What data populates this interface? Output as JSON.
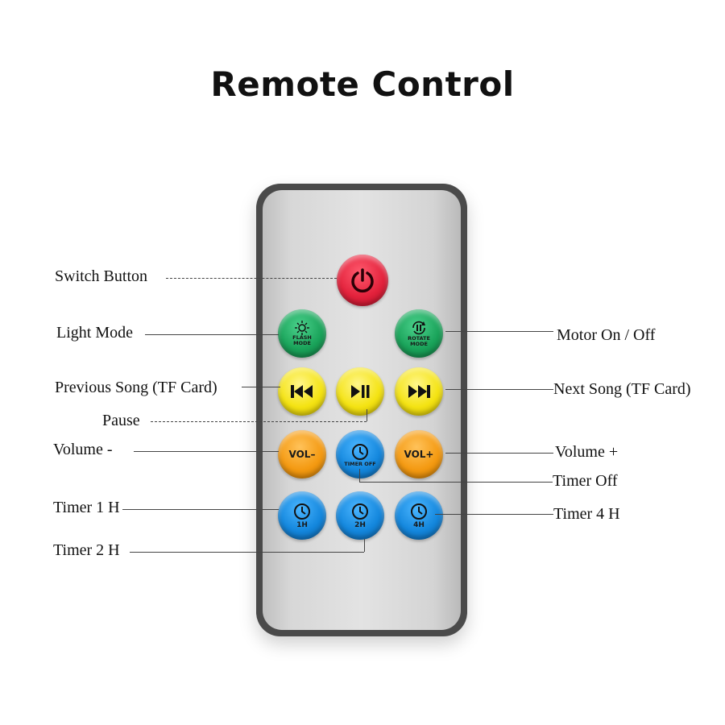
{
  "title": "Remote Control",
  "buttons": {
    "power": {
      "icon": "power-icon"
    },
    "flash": {
      "line1": "FLASH",
      "line2": "MODE",
      "icon": "sun-icon"
    },
    "rotate": {
      "line1": "ROTATE",
      "line2": "MODE",
      "icon": "rotate-pause-icon"
    },
    "prev": {
      "icon": "previous-track-icon"
    },
    "playpause": {
      "icon": "play-pause-icon"
    },
    "next": {
      "icon": "next-track-icon"
    },
    "vol_down": {
      "text": "VOL–"
    },
    "timer_off": {
      "text": "TIMER OFF",
      "icon": "clock-icon"
    },
    "vol_up": {
      "text": "VOL+"
    },
    "timer_1h": {
      "text": "1H",
      "icon": "clock-icon"
    },
    "timer_2h": {
      "text": "2H",
      "icon": "clock-icon"
    },
    "timer_4h": {
      "text": "4H",
      "icon": "clock-icon"
    }
  },
  "labels": {
    "switch_button": "Switch Button",
    "light_mode": "Light Mode",
    "motor": "Motor On / Off",
    "previous_song": "Previous Song (TF Card)",
    "next_song": "Next Song (TF Card)",
    "pause": "Pause",
    "volume_down": "Volume -",
    "volume_up": "Volume +",
    "timer_off": "Timer Off",
    "timer_1h": "Timer 1 H",
    "timer_4h": "Timer 4 H",
    "timer_2h": "Timer 2 H"
  },
  "colors": {
    "power": "#e3223c",
    "mode": "#1aa35a",
    "playback": "#f4e313",
    "volume": "#f49a12",
    "timer": "#1487dd"
  }
}
